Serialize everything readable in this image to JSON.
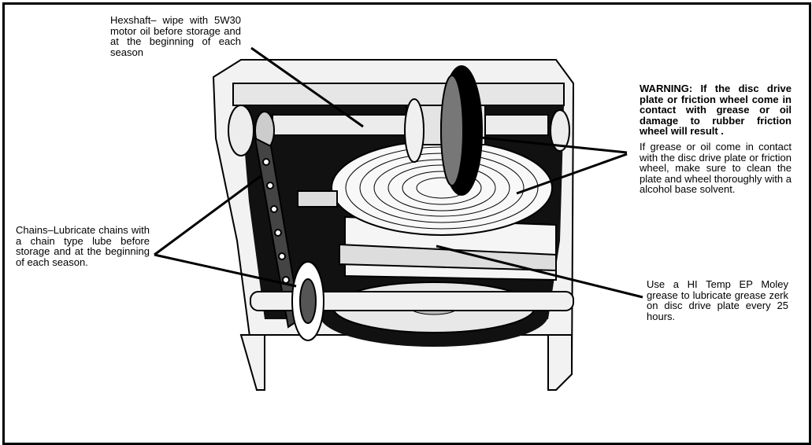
{
  "callouts": {
    "hexshaft": "Hexshaft– wipe with 5W30 motor oil before storage and at the beginning of each season",
    "warning_bold": "WARNING: If the disc drive plate or friction wheel come in contact with grease or oil damage to rubber friction wheel will result .",
    "warning_body": "If grease or oil come in contact with the disc drive plate or friction wheel, make sure to clean the plate and wheel thoroughly with a alcohol base solvent.",
    "chains": "Chains–Lubricate chains with a chain type lube before storage and at the beginning of each season.",
    "moley": "Use a HI Temp EP Moley grease to lubricate grease zerk on disc drive plate every 25 hours."
  }
}
